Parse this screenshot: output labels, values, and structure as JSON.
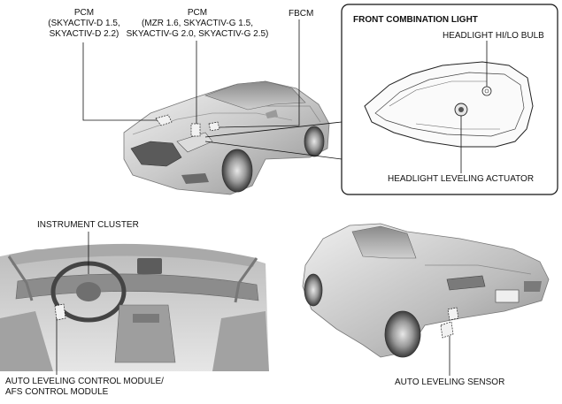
{
  "labels": {
    "pcm_diesel": "PCM\n(SKYACTIV-D 1.5,\nSKYACTIV-D 2.2)",
    "pcm_gasoline": "PCM\n(MZR 1.6, SKYACTIV-G 1.5,\nSKYACTIV-G 2.0, SKYACTIV-G 2.5)",
    "fbcm": "FBCM",
    "front_combination_light": "FRONT COMBINATION LIGHT",
    "headlight_bulb": "HEADLIGHT HI/LO BULB",
    "headlight_leveling_actuator": "HEADLIGHT LEVELING ACTUATOR",
    "instrument_cluster": "INSTRUMENT CLUSTER",
    "auto_leveling_module": "AUTO LEVELING CONTROL MODULE/\nAFS CONTROL MODULE",
    "auto_leveling_sensor": "AUTO LEVELING SENSOR"
  }
}
